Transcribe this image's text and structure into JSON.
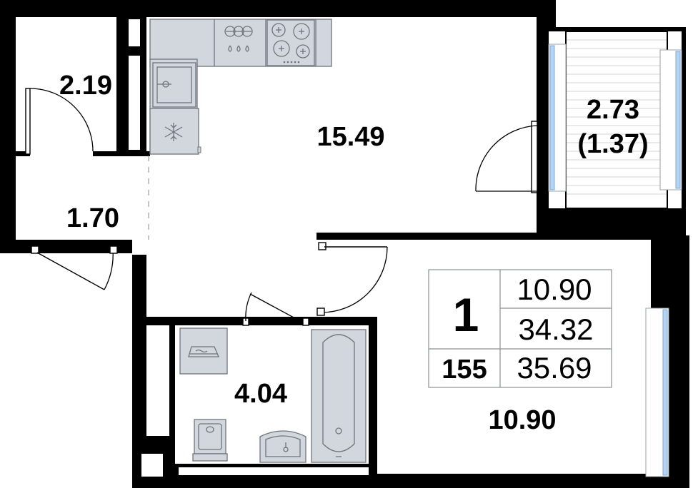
{
  "rooms": {
    "storage_area": "2.19",
    "hall_area": "1.70",
    "kitchen_living_area": "15.49",
    "balcony_area": "2.73",
    "balcony_reduced_area": "(1.37)",
    "bathroom_area": "4.04",
    "bedroom_area": "10.90"
  },
  "info_table": {
    "room_count": "1",
    "apartment_number": "155",
    "living_area": "10.90",
    "area_without_balcony": "34.32",
    "total_area": "35.69"
  },
  "icons": {
    "fridge": "snowflake-icon",
    "stove": "cooktop-icon",
    "sink": "kitchen-sink-icon",
    "washer": "washing-machine-icon",
    "toilet": "toilet-icon",
    "bath": "bathtub-icon"
  },
  "colors": {
    "wall": "#000000",
    "fixture_fill": "#d2d7de",
    "fixture_stroke": "#6f747b",
    "window_glass": "#b7d3f2"
  }
}
